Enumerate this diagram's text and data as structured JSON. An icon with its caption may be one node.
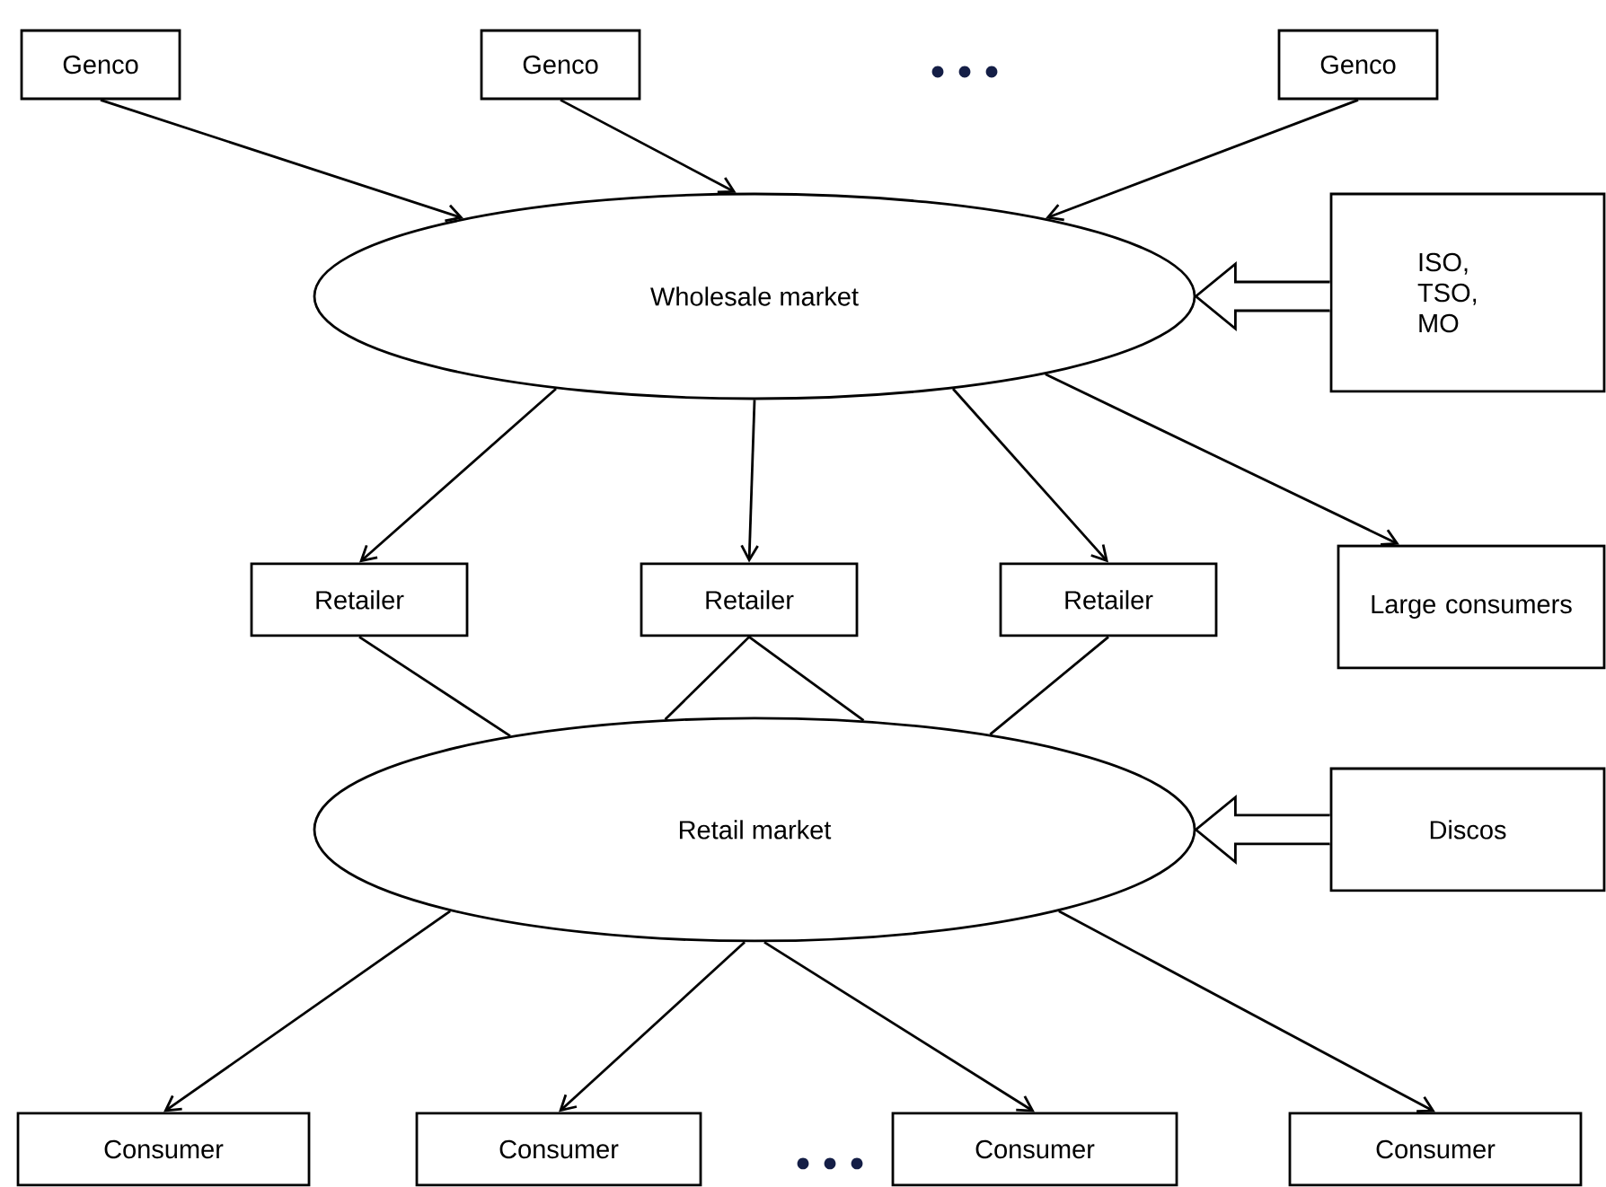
{
  "diagram": {
    "nodes": [
      {
        "text": [
          "Genco"
        ]
      },
      {
        "text": [
          "Genco"
        ]
      },
      {
        "text": [
          "Genco"
        ]
      },
      {
        "text": [
          "Wholesale market"
        ]
      },
      {
        "text": [
          "ISO, TSO, MO"
        ]
      },
      {
        "text": [
          "Retailer"
        ]
      },
      {
        "text": [
          "Retailer"
        ]
      },
      {
        "text": [
          "Retailer"
        ]
      },
      {
        "text": [
          "Large consumers"
        ]
      },
      {
        "text": [
          "Retail market"
        ]
      },
      {
        "text": [
          "Discos"
        ]
      },
      {
        "text": [
          "Consumer"
        ]
      },
      {
        "text": [
          "Consumer"
        ]
      },
      {
        "text": [
          "Consumer"
        ]
      },
      {
        "text": [
          "Consumer"
        ]
      }
    ],
    "edges": [
      {
        "from": 0,
        "to": 3,
        "arrow": "to"
      },
      {
        "from": 1,
        "to": 3,
        "arrow": "to"
      },
      {
        "from": 2,
        "to": 3,
        "arrow": "to"
      },
      {
        "from": 4,
        "to": 3,
        "arrow": "to",
        "style": "thick"
      },
      {
        "from": 3,
        "to": 5,
        "arrow": "to"
      },
      {
        "from": 3,
        "to": 6,
        "arrow": "to"
      },
      {
        "from": 3,
        "to": 7,
        "arrow": "to"
      },
      {
        "from": 3,
        "to": 8,
        "arrow": "to"
      },
      {
        "from": 5,
        "to": 9,
        "arrow": "none"
      },
      {
        "from": 6,
        "to": 9,
        "arrow": "none"
      },
      {
        "from": 6,
        "to": 9,
        "arrow": "none"
      },
      {
        "from": 7,
        "to": 9,
        "arrow": "none"
      },
      {
        "from": 10,
        "to": 9,
        "arrow": "to",
        "style": "thick"
      },
      {
        "from": 9,
        "to": 11,
        "arrow": "to"
      },
      {
        "from": 9,
        "to": 12,
        "arrow": "to"
      },
      {
        "from": 9,
        "to": 13,
        "arrow": "to"
      },
      {
        "from": 9,
        "to": 14,
        "arrow": "to"
      }
    ]
  }
}
